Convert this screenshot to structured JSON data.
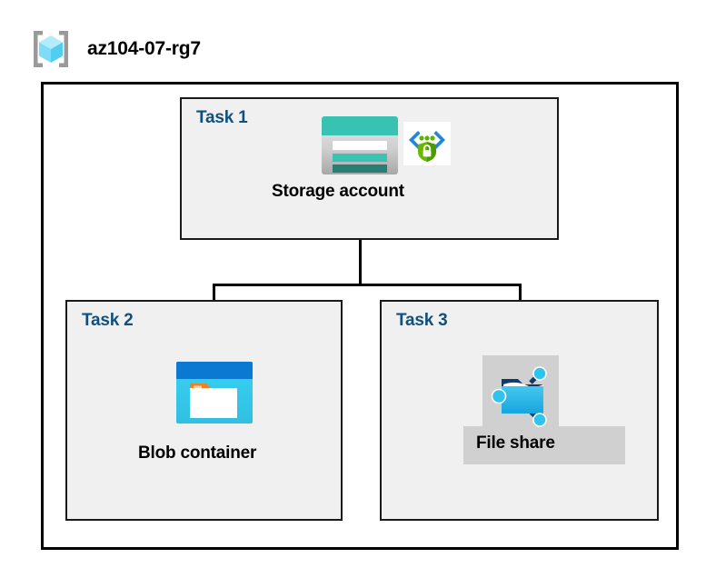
{
  "diagram": {
    "resource_group": {
      "name": "az104-07-rg7",
      "icon": "resource-group-cube-icon"
    },
    "tasks": [
      {
        "id": "task-1",
        "label": "Task 1",
        "node_label": "Storage account",
        "icons": [
          "storage-account-icon",
          "encryption-shield-icon"
        ],
        "highlighted": false
      },
      {
        "id": "task-2",
        "label": "Task 2",
        "node_label": "Blob container",
        "icons": [
          "blob-container-icon"
        ],
        "highlighted": false
      },
      {
        "id": "task-3",
        "label": "Task 3",
        "node_label": "File share",
        "icons": [
          "file-share-icon"
        ],
        "highlighted": true
      }
    ],
    "connections": [
      {
        "from": "Storage account",
        "to": "Blob container"
      },
      {
        "from": "Storage account",
        "to": "File share"
      }
    ],
    "colors": {
      "task_label": "#11507d",
      "node_label": "#000000",
      "task_box_fill": "#f0f0f0",
      "task_box_border": "#1a1a1a",
      "container_border": "#000000",
      "connector": "#000000",
      "highlight": "#d0d0d0",
      "canvas": "#ffffff",
      "storage_teal": "#37c2b1",
      "storage_teal_dark": "#2a8075",
      "blob_blue": "#0078d4",
      "blob_cyan": "#32c8f0",
      "fileshare_cyan": "#32bced",
      "fileshare_navy": "#0f3e6e",
      "shield_green": "#5ab500",
      "bracket_gray": "#a0a0a0",
      "cube_cyan": "#9fe7fa"
    }
  }
}
